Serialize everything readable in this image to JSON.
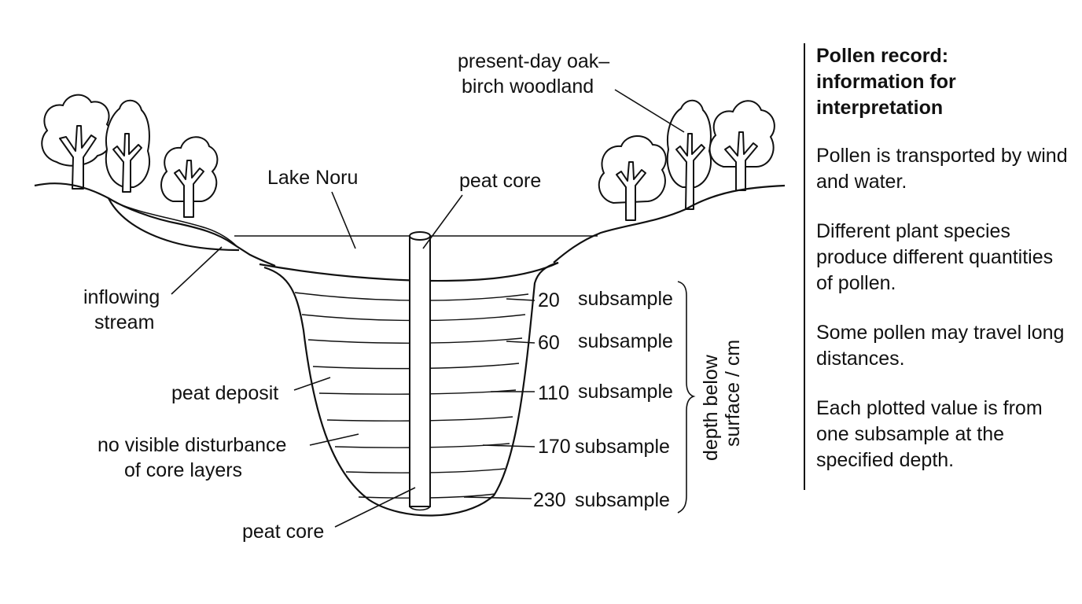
{
  "labels": {
    "lake": "Lake Noru",
    "core_top": "peat core",
    "woodland_1": "present-day oak–",
    "woodland_2": "birch woodland",
    "stream_1": "inflowing",
    "stream_2": "stream",
    "peat_deposit": "peat deposit",
    "disturbance_1": "no visible disturbance",
    "disturbance_2": "of core layers",
    "core_bottom": "peat core",
    "depth_axis_1": "depth below",
    "depth_axis_2": "surface / cm"
  },
  "subsamples": [
    {
      "depth": "20",
      "label": "subsample"
    },
    {
      "depth": "60",
      "label": "subsample"
    },
    {
      "depth": "110",
      "label": "subsample"
    },
    {
      "depth": "170",
      "label": "subsample"
    },
    {
      "depth": "230",
      "label": "subsample"
    }
  ],
  "info_panel": {
    "title_1": "Pollen record:",
    "title_2": "information for",
    "title_3": "interpretation",
    "paragraphs": [
      "Pollen is transported by wind and water.",
      "Different plant species produce different quantities of pollen.",
      "Some pollen may travel long distances.",
      "Each plotted value is from one subsample at the specified depth."
    ]
  }
}
